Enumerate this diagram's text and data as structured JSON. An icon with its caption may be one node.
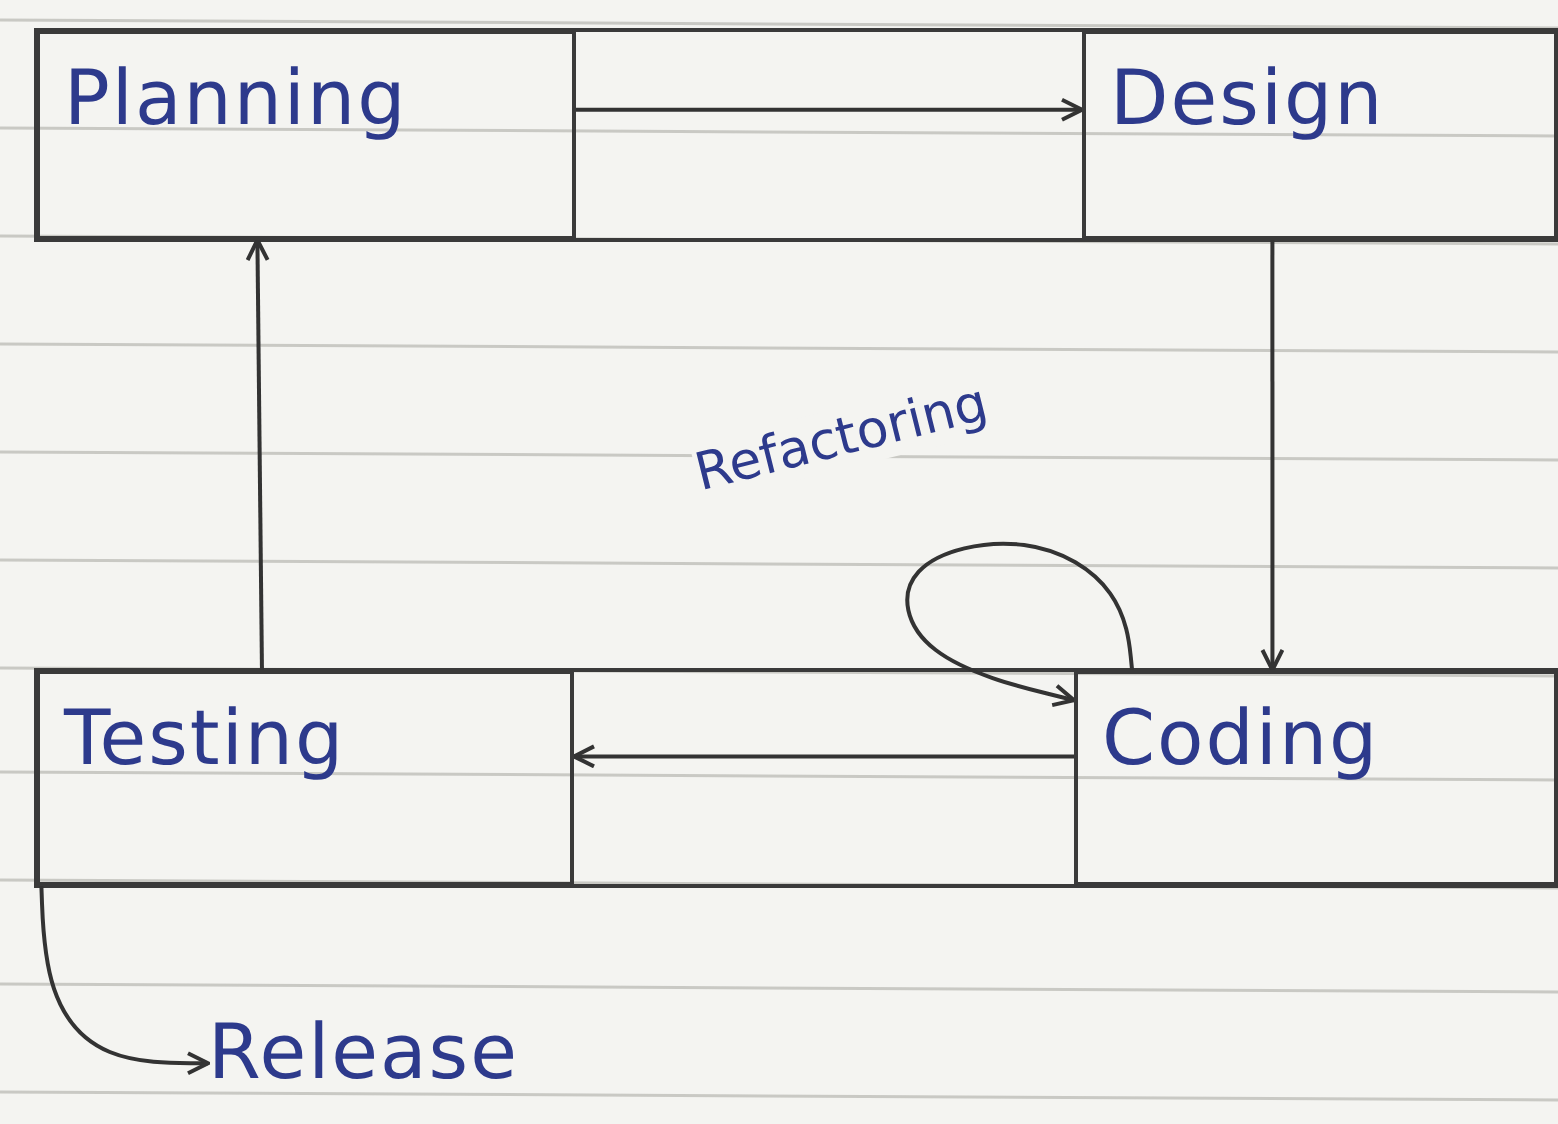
{
  "diagram": {
    "nodes": [
      {
        "text": [
          "Planning"
        ]
      },
      {
        "text": [
          "Design"
        ]
      },
      {
        "text": [
          "Testing"
        ]
      },
      {
        "text": [
          "Coding"
        ]
      },
      {
        "text": [
          "Release"
        ]
      }
    ],
    "edges": [
      {
        "from": 0,
        "to": 1,
        "arrow": "to"
      },
      {
        "from": 1,
        "to": 3,
        "arrow": "to"
      },
      {
        "from": 3,
        "to": 2,
        "arrow": "to"
      },
      {
        "from": 2,
        "to": 0,
        "arrow": "to"
      },
      {
        "from": 3,
        "to": 3,
        "arrow": "to",
        "label": "Refactoring"
      },
      {
        "from": 2,
        "to": 4,
        "arrow": "to"
      }
    ]
  }
}
